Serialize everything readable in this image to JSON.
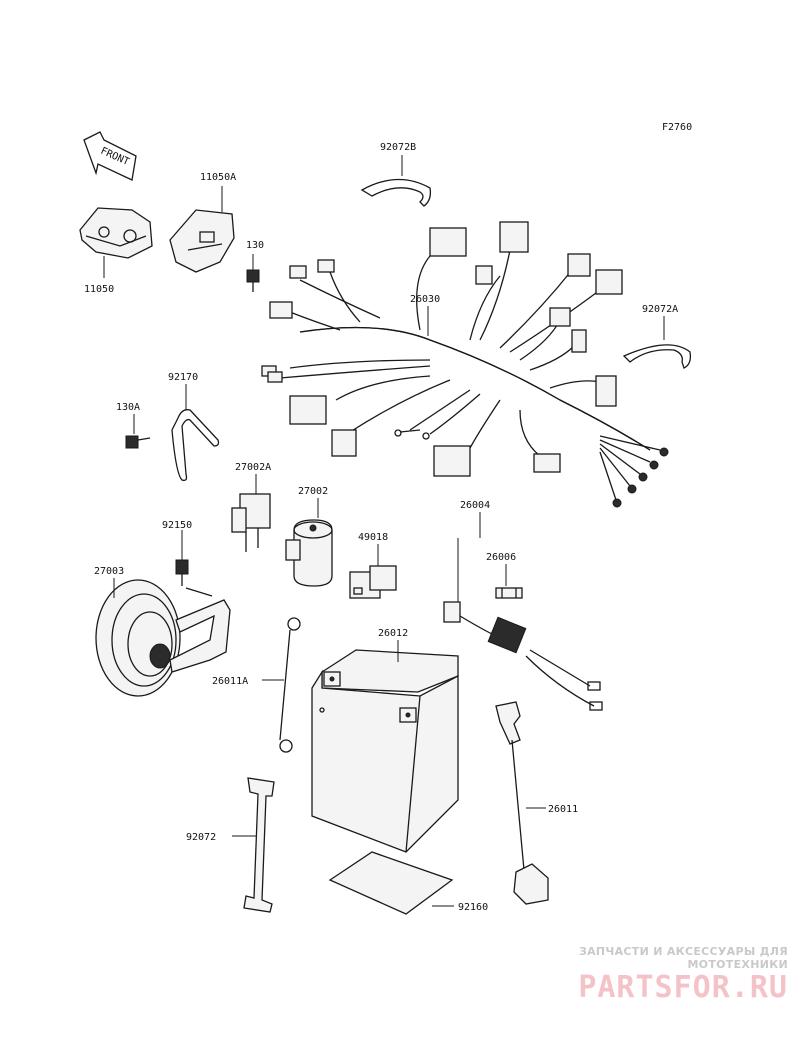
{
  "figure_code": "F2760",
  "front_arrow": {
    "label": "FRONT"
  },
  "part_labels": {
    "p11050A": "11050A",
    "p11050": "11050",
    "p130": "130",
    "p92072B": "92072B",
    "p26030": "26030",
    "p92072A": "92072A",
    "p92170": "92170",
    "p130A": "130A",
    "p27002A": "27002A",
    "p27002": "27002",
    "p49018": "49018",
    "p26004": "26004",
    "p26006": "26006",
    "p92150": "92150",
    "p27003": "27003",
    "p26012": "26012",
    "p26011A": "26011A",
    "p26011": "26011",
    "p92072": "92072",
    "p92160": "92160"
  },
  "watermark": {
    "tagline": "ЗАПЧАСТИ И АКСЕССУАРЫ ДЛЯ МОТОТЕХНИКИ",
    "logo": "PARTSFOR.RU",
    "color": "#f3c3c8"
  }
}
